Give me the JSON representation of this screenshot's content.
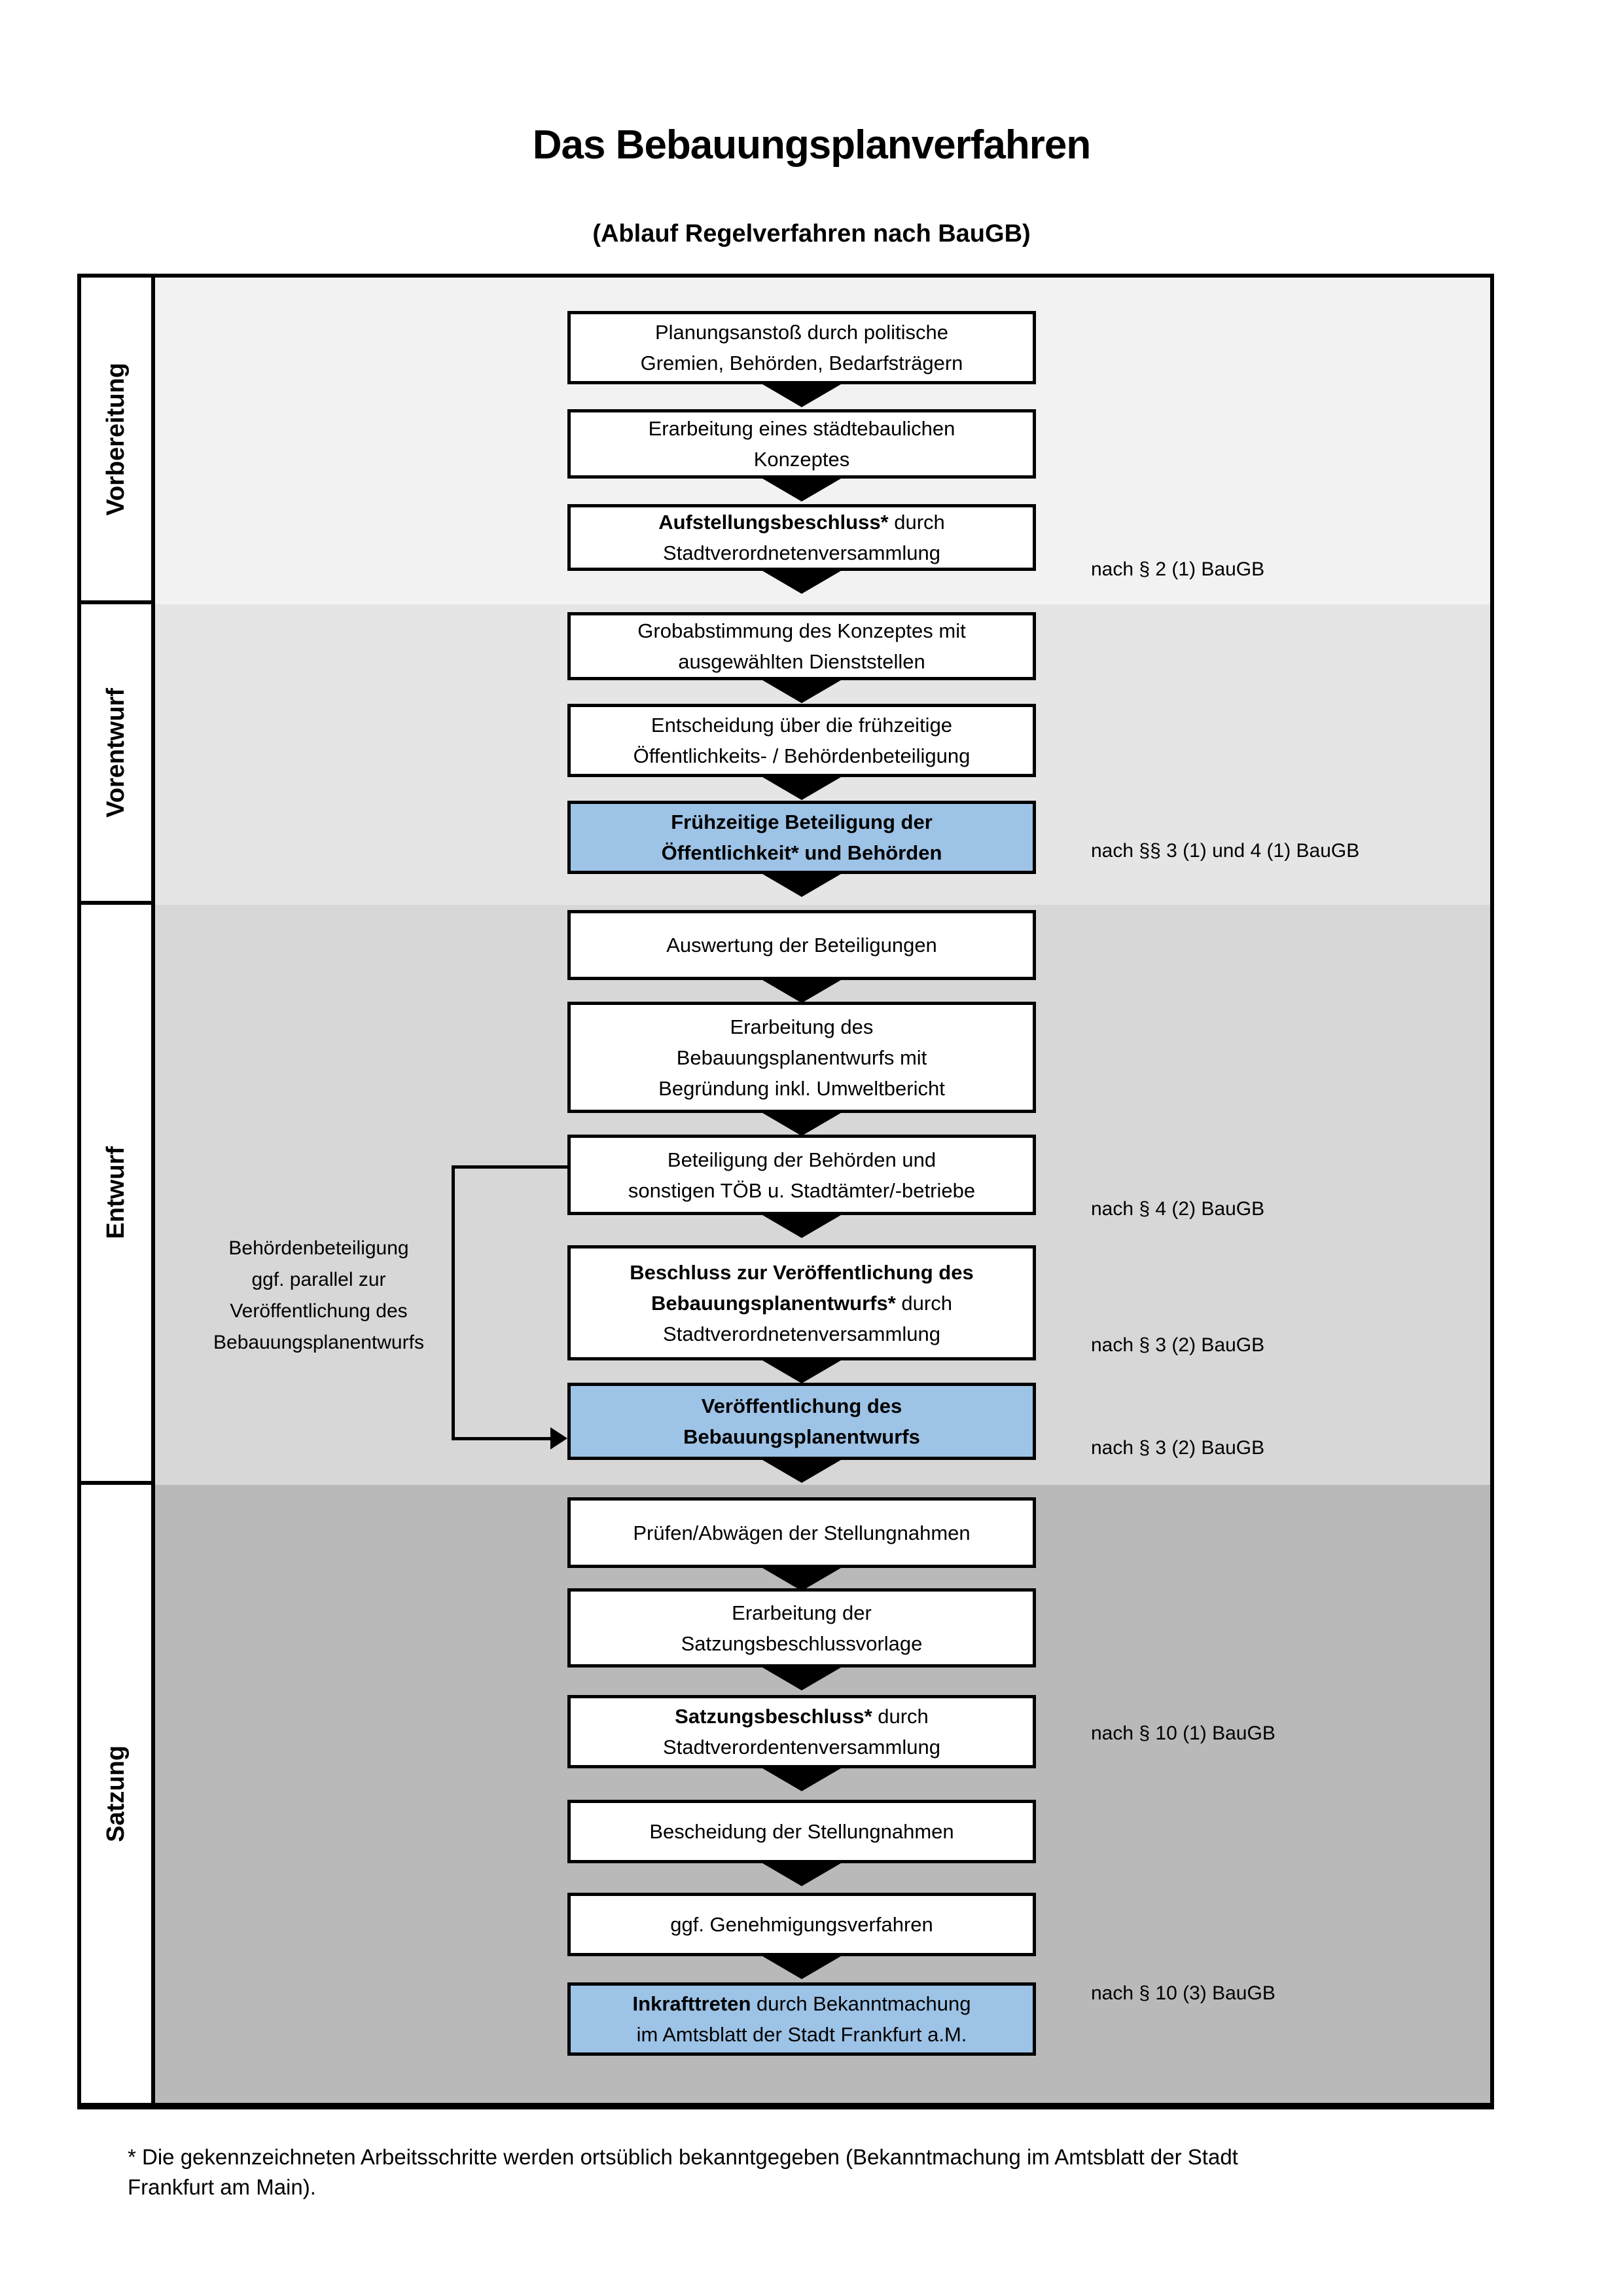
{
  "page": {
    "title": "Das Bebauungsplanverfahren",
    "subtitle": "(Ablauf Regelverfahren nach BauGB)"
  },
  "phases": [
    {
      "label": "Vorbereitung"
    },
    {
      "label": "Vorentwurf"
    },
    {
      "label": "Entwurf"
    },
    {
      "label": "Satzung"
    }
  ],
  "flow": {
    "boxes": [
      {
        "bold": "",
        "rest": "Planungsanstoß durch politische\nGremien, Behörden, Bedarfsträgern",
        "highlight": false
      },
      {
        "bold": "",
        "rest": "Erarbeitung eines städtebaulichen\nKonzeptes",
        "highlight": false
      },
      {
        "bold": "Aufstellungsbeschluss*",
        "rest": " durch\nStadtverordnetenversammlung",
        "highlight": false
      },
      {
        "bold": "",
        "rest": "Grobabstimmung des Konzeptes mit\nausgewählten Dienststellen",
        "highlight": false
      },
      {
        "bold": "",
        "rest": "Entscheidung über die frühzeitige\nÖffentlichkeits- / Behördenbeteiligung",
        "highlight": false
      },
      {
        "bold": "Frühzeitige Beteiligung der\nÖffentlichkeit* und Behörden",
        "rest": "",
        "highlight": true
      },
      {
        "bold": "",
        "rest": "Auswertung der Beteiligungen",
        "highlight": false
      },
      {
        "bold": "",
        "rest": "Erarbeitung des\nBebauungsplanentwurfs mit\nBegründung inkl. Umweltbericht",
        "highlight": false
      },
      {
        "bold": "",
        "rest": "Beteiligung der Behörden und\nsonstigen TÖB u. Stadtämter/-betriebe",
        "highlight": false
      },
      {
        "bold": "Beschluss zur Veröffentlichung des\nBebauungsplanentwurfs*",
        "rest": " durch\nStadtverordnetenversammlung",
        "highlight": false
      },
      {
        "bold": "Veröffentlichung des\nBebauungsplanentwurfs",
        "rest": "",
        "highlight": true
      },
      {
        "bold": "",
        "rest": "Prüfen/Abwägen der Stellungnahmen",
        "highlight": false
      },
      {
        "bold": "",
        "rest": "Erarbeitung der\nSatzungsbeschlussvorlage",
        "highlight": false
      },
      {
        "bold": "Satzungsbeschluss*",
        "rest": " durch\nStadtverordentenversammlung",
        "highlight": false
      },
      {
        "bold": "",
        "rest": "Bescheidung der Stellungnahmen",
        "highlight": false
      },
      {
        "bold": "",
        "rest": "ggf. Genehmigungsverfahren",
        "highlight": false
      },
      {
        "bold": "Inkrafttreten",
        "rest": " durch Bekanntmachung\nim Amtsblatt der Stadt Frankfurt a.M.",
        "highlight": true
      }
    ]
  },
  "annotations": [
    {
      "text": "nach § 2 (1) BauGB"
    },
    {
      "text": "nach §§ 3 (1) und 4 (1) BauGB"
    },
    {
      "text": "nach § 4 (2) BauGB"
    },
    {
      "text": "nach § 3 (2) BauGB"
    },
    {
      "text": "nach § 3 (2) BauGB"
    },
    {
      "text": "nach § 10 (1) BauGB"
    },
    {
      "text": "nach § 10 (3) BauGB"
    }
  ],
  "side_note": {
    "text": "Behördenbeteiligung\nggf. parallel zur\nVeröffentlichung des\nBebauungsplanentwurfs"
  },
  "footnote": {
    "text": "* Die gekennzeichneten Arbeitsschritte werden ortsüblich bekanntgegeben (Bekanntmachung im Amtsblatt  der Stadt\nFrankfurt am Main)."
  },
  "colors": {
    "highlight": "#9dc3e6",
    "phase_bg": [
      "#f2f2f2",
      "#e5e5e5",
      "#d7d7d7",
      "#b9b9b9"
    ]
  }
}
